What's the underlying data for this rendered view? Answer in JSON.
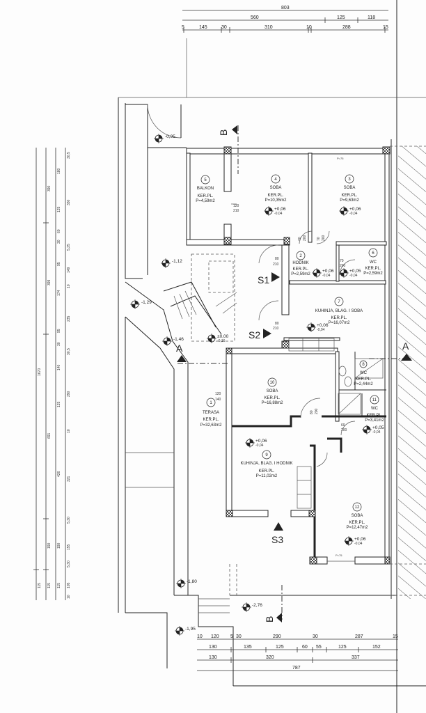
{
  "dimensions": {
    "top": [
      [
        "803"
      ],
      [
        "560",
        "125",
        "118"
      ],
      [
        "5",
        "145",
        "30",
        "310",
        "10",
        "288",
        "15"
      ]
    ],
    "left": [
      [
        "1670",
        "115"
      ],
      [
        "390",
        "399",
        "691",
        "190",
        "115"
      ],
      [
        "180",
        "125",
        "60",
        "30",
        "95",
        "174",
        "95",
        "30",
        "140",
        "125",
        "426",
        "190",
        "115"
      ],
      [
        "30,5",
        "330",
        "5,25",
        "149",
        "10",
        "235",
        "30,5",
        "290",
        "10",
        "321",
        "5,30",
        "155",
        "5,30",
        "105",
        "10"
      ]
    ],
    "bottom": [
      [
        "10",
        "120",
        "5",
        "30",
        "290",
        "30",
        "287",
        "15"
      ],
      [
        "130",
        "135",
        "125",
        "60",
        "55",
        "125",
        "152"
      ],
      [
        "130",
        "320",
        "337"
      ],
      [
        "787"
      ]
    ]
  },
  "rooms": [
    {
      "num": "1",
      "name": "TERASA",
      "floor": "KER.PL.",
      "area": "P=32,63m2"
    },
    {
      "num": "2",
      "name": "HODNIK",
      "floor": "KER.PL.",
      "area": "P=2,59m2"
    },
    {
      "num": "3",
      "name": "SOBA",
      "floor": "KER.PL.",
      "area": "P=9,63m2"
    },
    {
      "num": "4",
      "name": "SOBA",
      "floor": "KER.PL.",
      "area": "P=10,35m2"
    },
    {
      "num": "5",
      "name": "BALKON",
      "floor": "KER.PL.",
      "area": "P=4,59m2"
    },
    {
      "num": "6",
      "name": "WC",
      "floor": "KER.PL.",
      "area": "P=2,59m2"
    },
    {
      "num": "7",
      "name": "KUHINJA, BLAG. I SOBA",
      "floor": "KER.PL.",
      "area": "P=16,07m2"
    },
    {
      "num": "8",
      "name": "WC",
      "floor": "KER.PL.",
      "area": "P=2,44m2"
    },
    {
      "num": "9",
      "name": "KUHINJA, BLAG. I HODNIK",
      "floor": "KER.PL.",
      "area": "P=11,02m2"
    },
    {
      "num": "10",
      "name": "SOBA",
      "floor": "KER.PL.",
      "area": "P=16,88m2"
    },
    {
      "num": "11",
      "name": "WC",
      "floor": "KER.PL.",
      "area": "P=3,41m2"
    },
    {
      "num": "12",
      "name": "SOBA",
      "floor": "KER.PL.",
      "area": "P=12,47m2"
    }
  ],
  "levels": {
    "l095": "-0,95",
    "l112": "-1,12",
    "l129": "-1,29",
    "l146": "-1,46",
    "l000": "±0,00",
    "l000b": "-0,16",
    "p006": "+0,06",
    "m004": "-0,04",
    "p005": "+0,05",
    "l180": "-1,80",
    "l276": "-2,76",
    "l195": "-1,95"
  },
  "sections": {
    "s1": "S1",
    "s2": "S2",
    "s3": "S3",
    "a": "A",
    "b": "B"
  },
  "doors": {
    "d120_210": [
      "120",
      "210"
    ],
    "d70_200": [
      "70",
      "200"
    ],
    "d80_210": [
      "80",
      "210"
    ],
    "d120_140": [
      "120",
      "140"
    ],
    "d80_200": [
      "80",
      "200"
    ],
    "d60_200": [
      "60",
      "200"
    ],
    "window": "P=75"
  }
}
